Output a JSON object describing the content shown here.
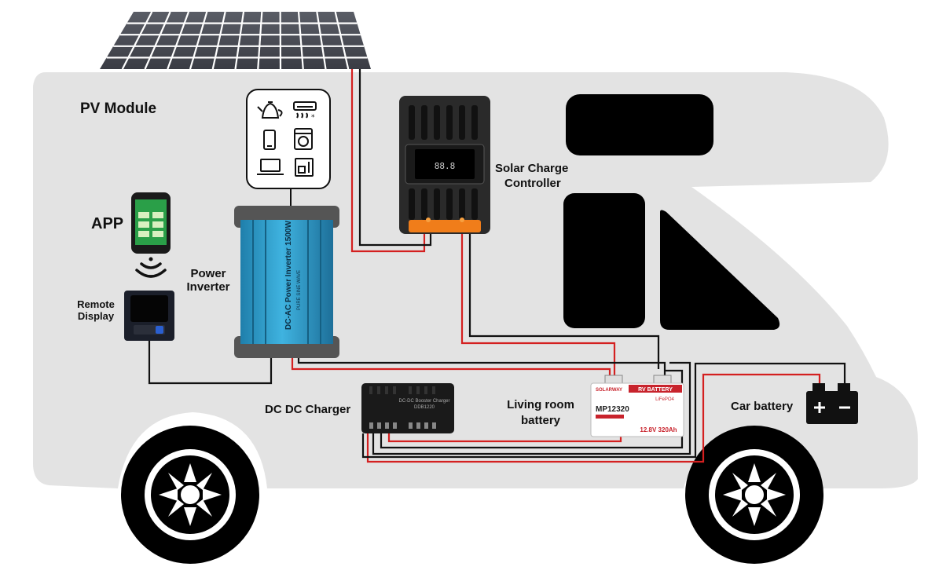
{
  "labels": {
    "pv_module": "PV Module",
    "app": "APP",
    "remote_display_1": "Remote",
    "remote_display_2": "Display",
    "power_inverter_1": "Power",
    "power_inverter_2": "Inverter",
    "solar_controller_1": "Solar Charge",
    "solar_controller_2": "Controller",
    "dcdc_charger": "DC DC Charger",
    "living_battery_1": "Living room",
    "living_battery_2": "battery",
    "car_battery": "Car battery"
  },
  "inverter_text": {
    "main": "DC-AC Power Inverter 1500W",
    "sub": "PURE SINE WAVE"
  },
  "controller_text": {
    "display": "88.8"
  },
  "dcdc_text": {
    "line1": "DC-DC Booster Charger",
    "line2": "DDB1220"
  },
  "rv_battery": {
    "brand": "SOLARWAY",
    "title": "RV BATTERY",
    "chem": "LiFePO4",
    "model": "MP12320",
    "spec": "12.8V 320Ah"
  },
  "colors": {
    "rv_body": "#e3e3e3",
    "window": "#000000",
    "wire_red": "#d42020",
    "wire_black": "#111111",
    "inverter_blue": "#2a9ac8",
    "controller_orange": "#f07d1a",
    "panel": "#4a4d55"
  },
  "icons": [
    "kettle-icon",
    "air-conditioner-icon",
    "phone-icon",
    "washing-machine-icon",
    "laptop-icon",
    "coffee-machine-icon",
    "wifi-icon",
    "car-battery-icon"
  ]
}
